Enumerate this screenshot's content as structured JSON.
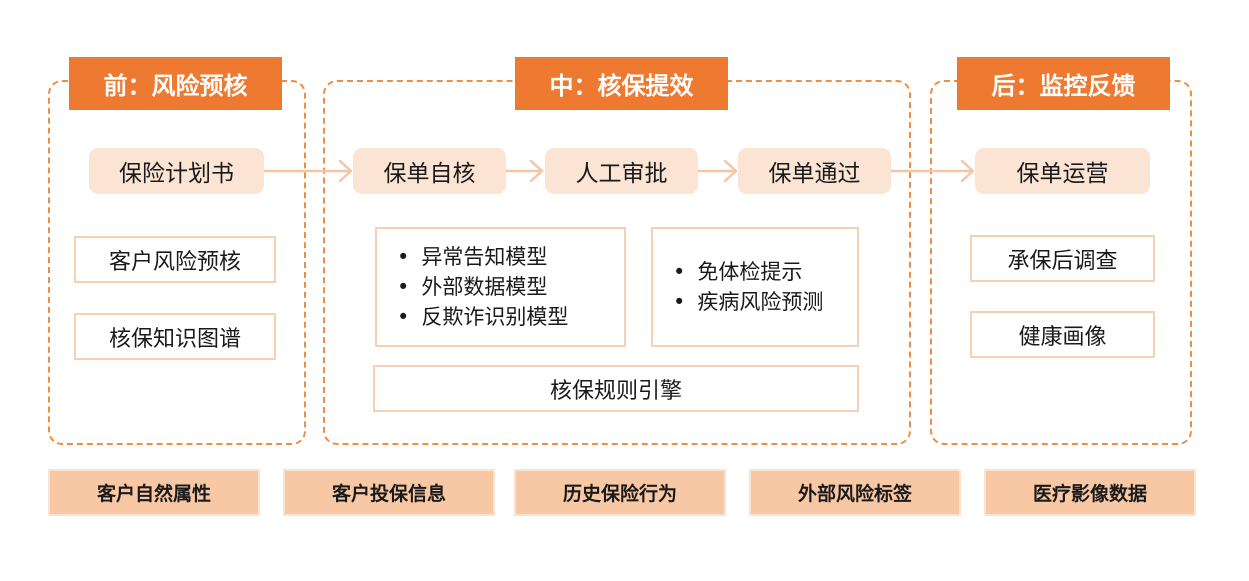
{
  "sections": {
    "pre": {
      "title": "前：风险预核",
      "main": "保险计划书",
      "items": [
        "客户风险预核",
        "核保知识图谱"
      ]
    },
    "mid": {
      "title": "中：核保提效",
      "steps": [
        "保单自核",
        "人工审批",
        "保单通过"
      ],
      "models_left": [
        "异常告知模型",
        "外部数据模型",
        "反欺诈识别模型"
      ],
      "models_right": [
        "免体检提示",
        "疾病风险预测"
      ],
      "engine": "核保规则引擎"
    },
    "post": {
      "title": "后：监控反馈",
      "main": "保单运营",
      "items": [
        "承保后调查",
        "健康画像"
      ]
    }
  },
  "data_sources": [
    "客户自然属性",
    "客户投保信息",
    "历史保险行为",
    "外部风险标签",
    "医疗影像数据"
  ],
  "colors": {
    "title_bg": "#ed7a30",
    "dashed_border": "#ef8e43",
    "pill_bg": "#fbe4d4",
    "box_border": "#f6cfb4",
    "bottom_bg": "#f8c8a5",
    "arrow": "#f7c4a4"
  }
}
